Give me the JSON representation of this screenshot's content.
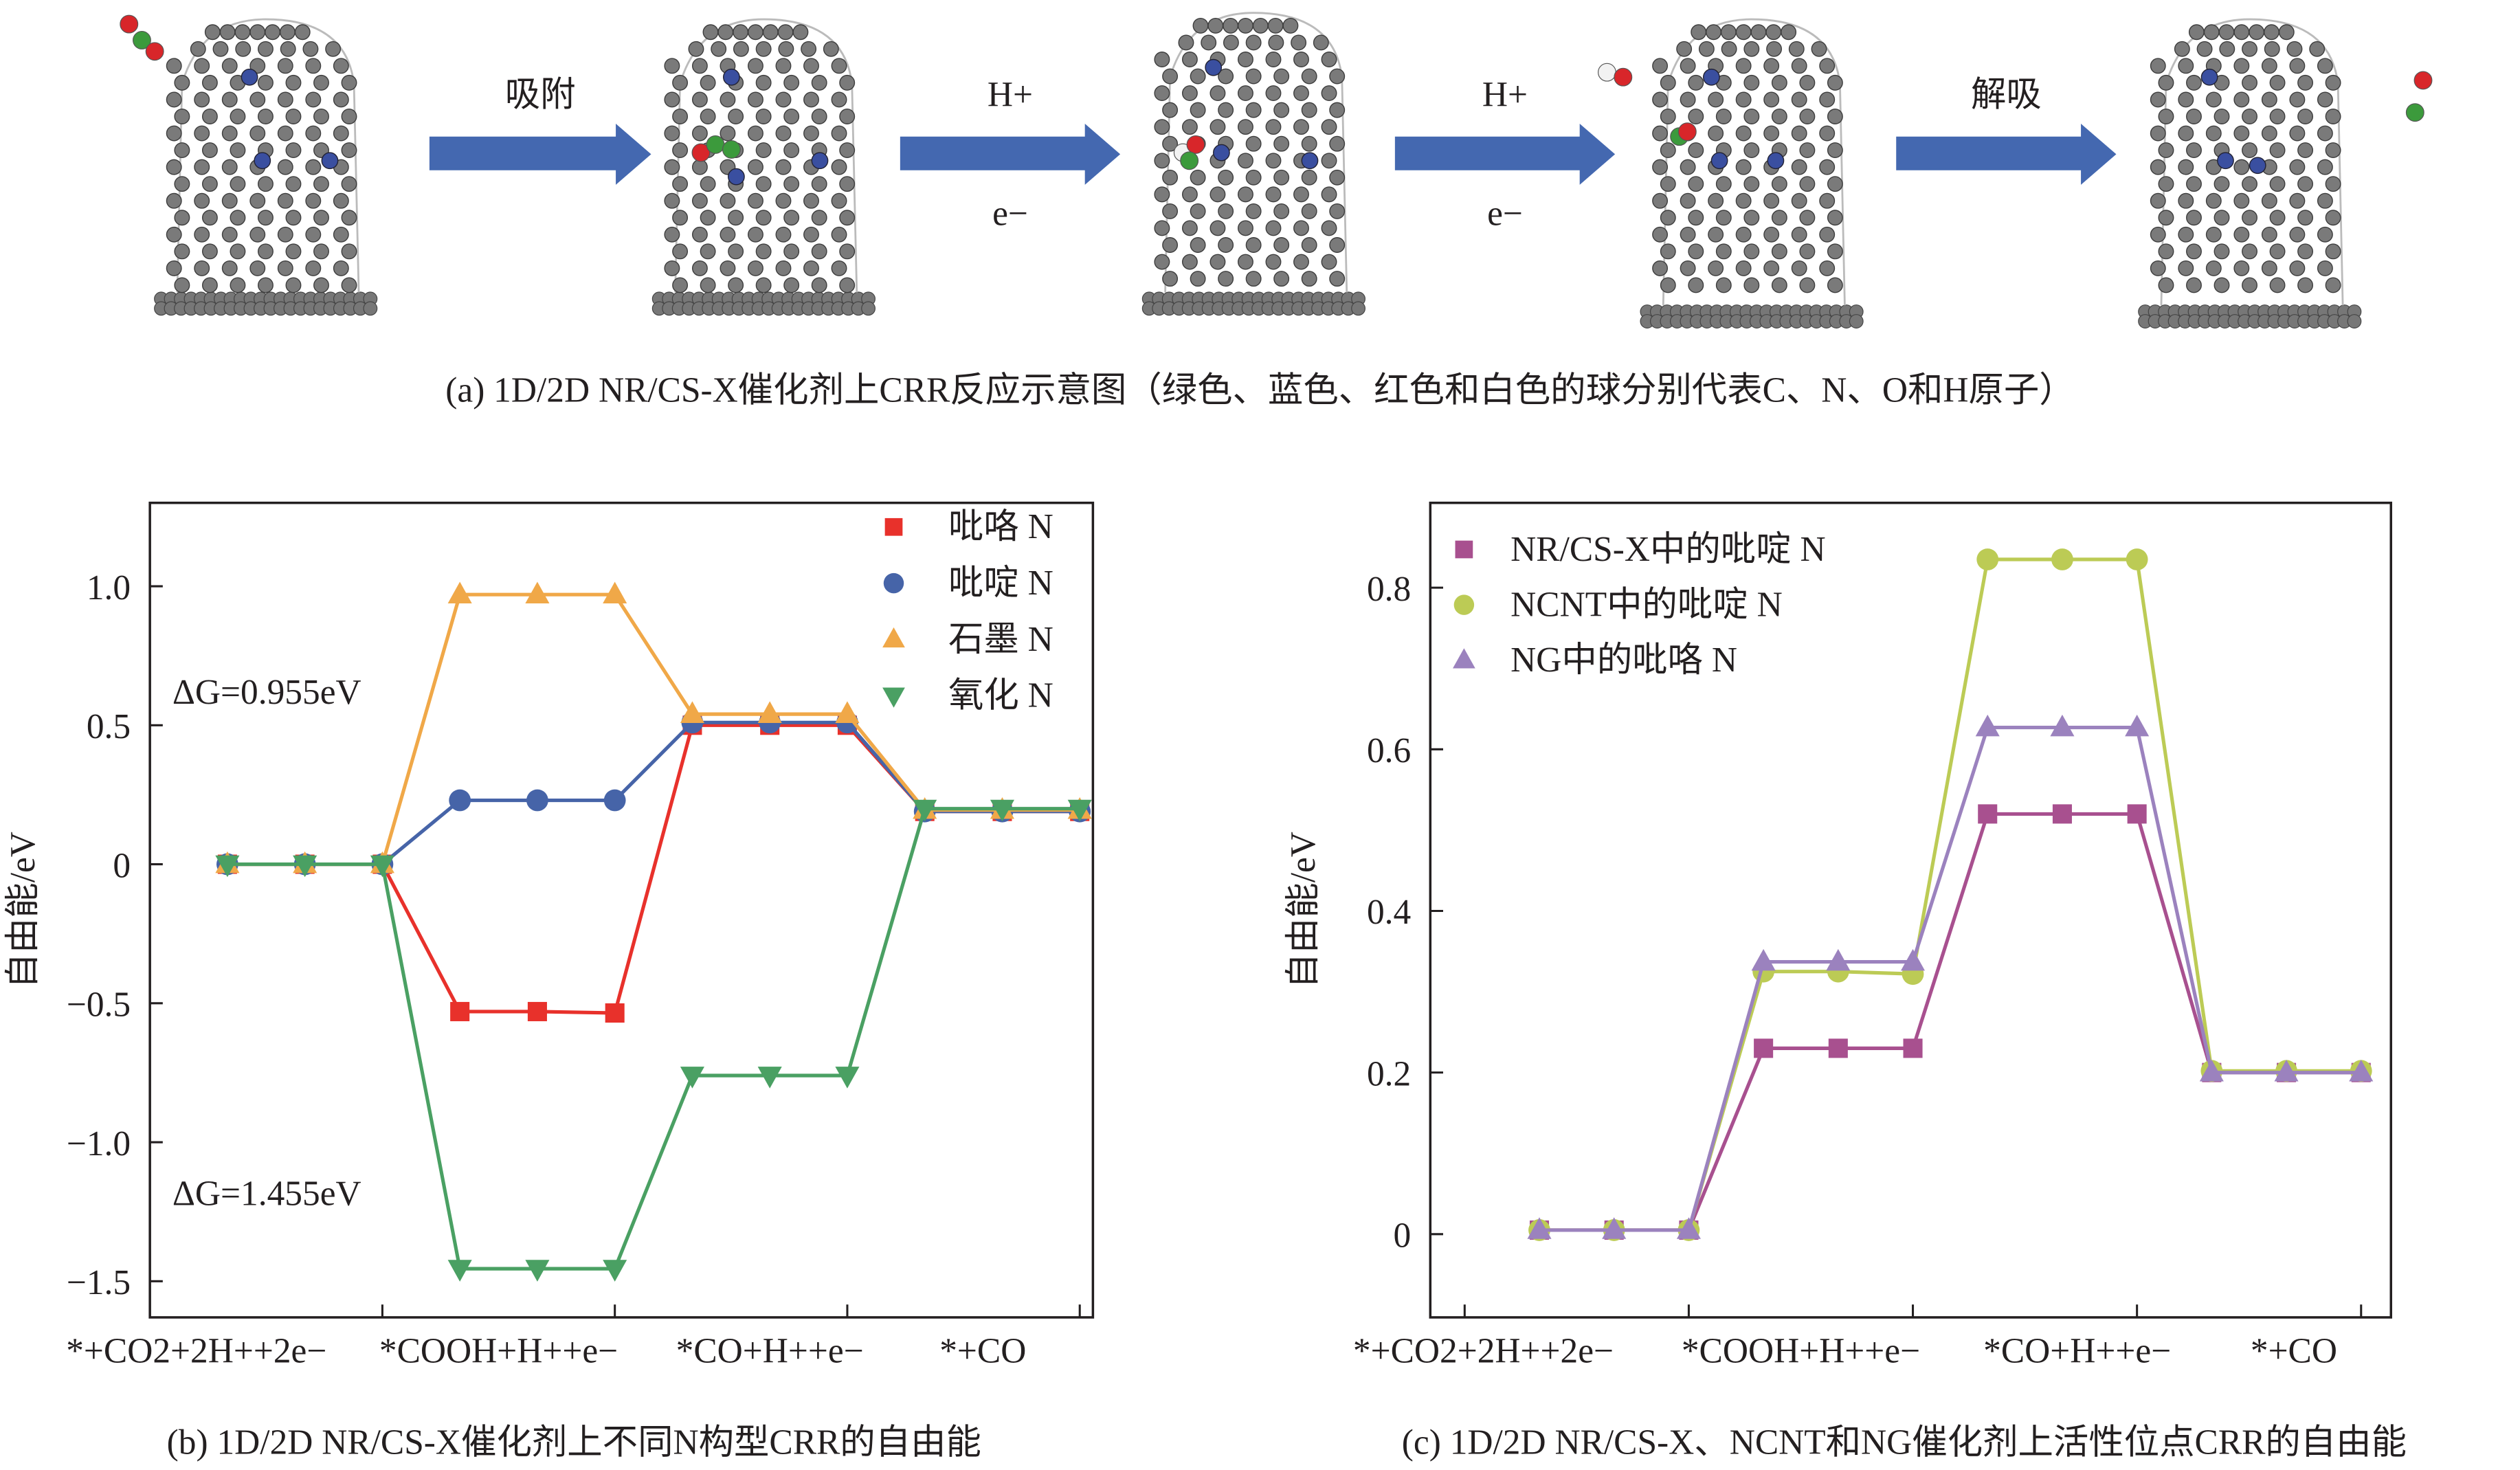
{
  "panel_a": {
    "steps": [
      {
        "top": "吸附",
        "bottom": ""
      },
      {
        "top": "H+",
        "bottom": "e−"
      },
      {
        "top": "H+",
        "bottom": "e−"
      },
      {
        "top": "解吸",
        "bottom": ""
      }
    ],
    "caption": "(a) 1D/2D NR/CS-X催化剂上CRR反应示意图（绿色、蓝色、红色和白色的球分别代表C、N、O和H原子）",
    "colors": {
      "carbon_tube": "#6b6b6b",
      "N": "#3a4fa0",
      "O": "#d8262a",
      "C_mol": "#3c9a3c",
      "H": "#f2f2f2"
    }
  },
  "chart_data": [
    {
      "type": "line",
      "title": "",
      "caption": "(b) 1D/2D NR/CS-X催化剂上不同N构型CRR的自由能",
      "xlabel": "",
      "ylabel": "自由能/eV",
      "ylim": [
        -1.63,
        1.3
      ],
      "xlim": [
        0,
        12.17
      ],
      "yticks": [
        1.0,
        0.5,
        0,
        -0.5,
        -1.0,
        -1.5
      ],
      "ytick_labels": [
        "1.0",
        "0.5",
        "0",
        "−0.5",
        "−1.0",
        "−1.5"
      ],
      "xticks": [
        3,
        6,
        9,
        12
      ],
      "categories": [
        {
          "label": "*+CO2+2H++2e−",
          "pos": 0.6,
          "parts": [
            {
              "t": "*+CO"
            },
            {
              "t": "2",
              "s": "sub"
            },
            {
              "t": "+2H"
            },
            {
              "t": "+",
              "s": "sup"
            },
            {
              "t": "+2e"
            },
            {
              "t": "−",
              "s": "sup"
            }
          ]
        },
        {
          "label": "*COOH+H++e−",
          "pos": 4.5,
          "parts": [
            {
              "t": "*COOH+H"
            },
            {
              "t": "+",
              "s": "sup"
            },
            {
              "t": "+e"
            },
            {
              "t": "−",
              "s": "sup"
            }
          ]
        },
        {
          "label": "*CO+H++e−",
          "pos": 8.0,
          "parts": [
            {
              "t": "*CO+H"
            },
            {
              "t": "+",
              "s": "sup"
            },
            {
              "t": "+e"
            },
            {
              "t": "−",
              "s": "sup"
            }
          ]
        },
        {
          "label": "*+CO",
          "pos": 10.75,
          "parts": [
            {
              "t": "*+CO"
            }
          ]
        }
      ],
      "x": [
        1,
        2,
        3,
        4,
        5,
        6,
        7,
        8,
        9,
        10,
        11,
        12
      ],
      "legend_position": "top-right",
      "series": [
        {
          "name": "吡咯 N",
          "marker": "square",
          "color": "#e8312b",
          "values": [
            0,
            0,
            0,
            -0.53,
            -0.53,
            -0.535,
            0.5,
            0.5,
            0.5,
            0.19,
            0.19,
            0.19
          ]
        },
        {
          "name": "吡啶 N",
          "marker": "circle",
          "color": "#4664a8",
          "values": [
            0,
            0,
            0,
            0.23,
            0.23,
            0.23,
            0.51,
            0.51,
            0.51,
            0.19,
            0.19,
            0.19
          ]
        },
        {
          "name": "石墨 N",
          "marker": "triangle-up",
          "color": "#f0a848",
          "values": [
            0,
            0,
            0,
            0.97,
            0.97,
            0.97,
            0.54,
            0.54,
            0.54,
            0.195,
            0.195,
            0.195
          ]
        },
        {
          "name": "氧化 N",
          "marker": "triangle-down",
          "color": "#4aa063",
          "values": [
            0,
            0,
            0,
            -1.455,
            -1.455,
            -1.455,
            -0.76,
            -0.76,
            -0.76,
            0.2,
            0.2,
            0.2
          ]
        }
      ],
      "annotations": [
        {
          "text": "ΔG=0.955eV",
          "x": 0.3,
          "y": 0.6
        },
        {
          "text": "ΔG=1.455eV",
          "x": 0.3,
          "y": -1.18
        }
      ]
    },
    {
      "type": "line",
      "title": "",
      "caption": "(c) 1D/2D NR/CS-X、NCNT和NG催化剂上活性位点CRR的自由能",
      "xlabel": "",
      "ylabel": "自由能/eV",
      "ylim": [
        -0.103,
        0.905
      ],
      "xlim": [
        -0.46,
        12.4
      ],
      "yticks": [
        0.8,
        0.6,
        0.4,
        0.2,
        0
      ],
      "ytick_labels": [
        "0.8",
        "0.6",
        "0.4",
        "0.2",
        "0"
      ],
      "xticks": [
        0,
        3,
        6,
        9,
        12
      ],
      "categories": [
        {
          "label": "*+CO2+2H++2e−",
          "pos": 0.25,
          "parts": [
            {
              "t": "*+CO"
            },
            {
              "t": "2",
              "s": "sub"
            },
            {
              "t": "+2H"
            },
            {
              "t": "+",
              "s": "sup"
            },
            {
              "t": "+2e"
            },
            {
              "t": "−",
              "s": "sup"
            }
          ]
        },
        {
          "label": "*COOH+H++e−",
          "pos": 4.5,
          "parts": [
            {
              "t": "*COOH+H"
            },
            {
              "t": "+",
              "s": "sup"
            },
            {
              "t": "+e"
            },
            {
              "t": "−",
              "s": "sup"
            }
          ]
        },
        {
          "label": "*CO+H++e−",
          "pos": 8.2,
          "parts": [
            {
              "t": "*CO+H"
            },
            {
              "t": "+",
              "s": "sup"
            },
            {
              "t": "+e"
            },
            {
              "t": "−",
              "s": "sup"
            }
          ]
        },
        {
          "label": "*+CO",
          "pos": 11.1,
          "parts": [
            {
              "t": "*+CO"
            }
          ]
        }
      ],
      "x": [
        1,
        2,
        3,
        4,
        5,
        6,
        7,
        8,
        9,
        10,
        11,
        12
      ],
      "legend_position": "top-left",
      "series": [
        {
          "name": "NR/CS-X中的吡啶 N",
          "marker": "square",
          "color": "#a8508f",
          "values": [
            0.005,
            0.005,
            0.005,
            0.23,
            0.23,
            0.23,
            0.52,
            0.52,
            0.52,
            0.2,
            0.2,
            0.2
          ]
        },
        {
          "name": "NCNT中的吡啶 N",
          "marker": "circle",
          "color": "#bccb55",
          "values": [
            0.005,
            0.005,
            0.005,
            0.325,
            0.325,
            0.322,
            0.835,
            0.835,
            0.835,
            0.202,
            0.202,
            0.202
          ]
        },
        {
          "name": "NG中的吡咯 N",
          "marker": "triangle-up",
          "color": "#9b82be",
          "values": [
            0.005,
            0.005,
            0.005,
            0.337,
            0.337,
            0.337,
            0.627,
            0.627,
            0.627,
            0.2,
            0.2,
            0.2
          ]
        }
      ],
      "annotations": []
    }
  ]
}
